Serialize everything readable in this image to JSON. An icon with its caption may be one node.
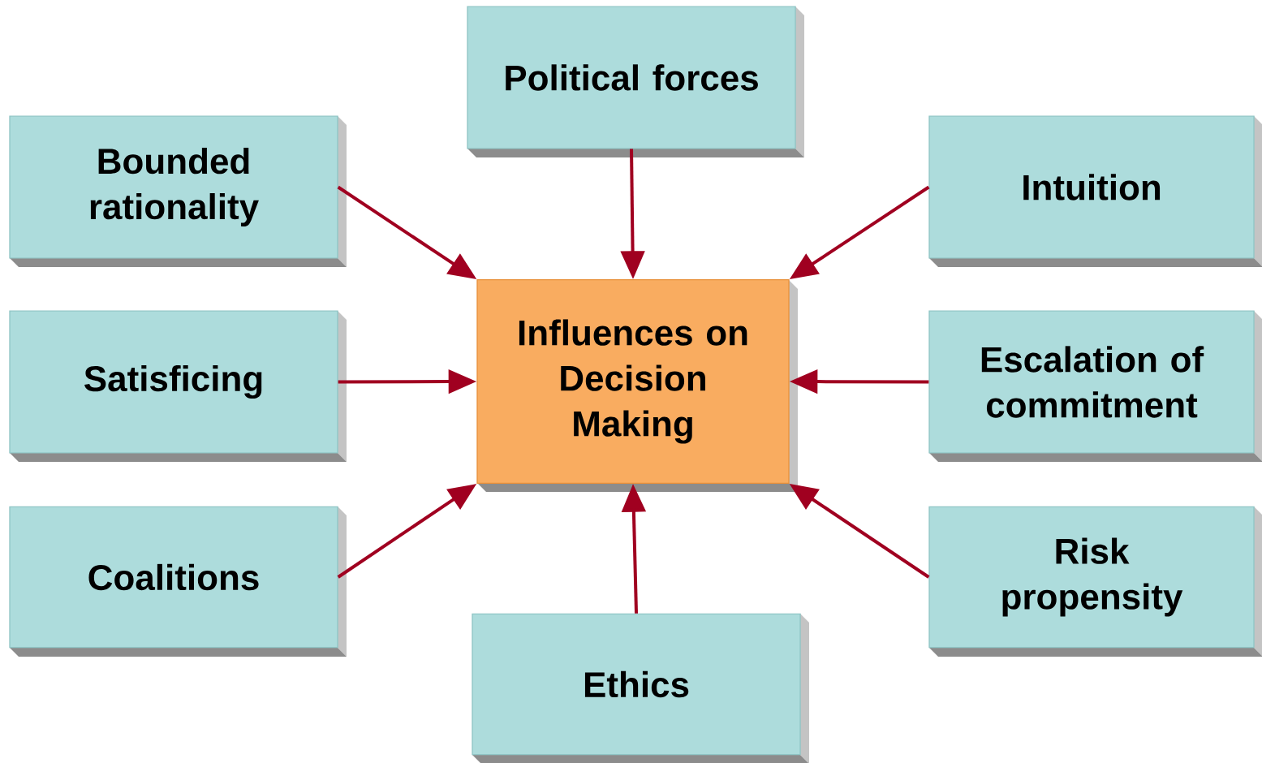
{
  "diagram": {
    "nodes": [
      {
        "text": [
          "Political forces"
        ]
      },
      {
        "text": [
          "Bounded rationality"
        ]
      },
      {
        "text": [
          "Intuition"
        ]
      },
      {
        "text": [
          "Satisficing"
        ]
      },
      {
        "text": [
          "Influences on Decision Making"
        ]
      },
      {
        "text": [
          "Escalation of commitment"
        ]
      },
      {
        "text": [
          "Coalitions"
        ]
      },
      {
        "text": [
          "Risk propensity"
        ]
      },
      {
        "text": [
          "Ethics"
        ]
      }
    ],
    "edges": [
      {
        "from": 0,
        "to": 4,
        "arrow": "to"
      },
      {
        "from": 1,
        "to": 4,
        "arrow": "to"
      },
      {
        "from": 2,
        "to": 4,
        "arrow": "to"
      },
      {
        "from": 3,
        "to": 4,
        "arrow": "to"
      },
      {
        "from": 5,
        "to": 4,
        "arrow": "to"
      },
      {
        "from": 6,
        "to": 4,
        "arrow": "to"
      },
      {
        "from": 7,
        "to": 4,
        "arrow": "to"
      },
      {
        "from": 8,
        "to": 4,
        "arrow": "to"
      }
    ]
  }
}
